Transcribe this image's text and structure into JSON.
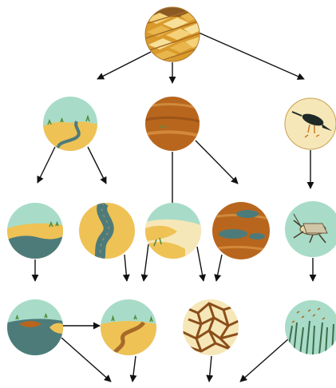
{
  "diagram": {
    "nodes": [
      {
        "id": "grain-field",
        "icon": "wheat-field-icon",
        "row": 0
      },
      {
        "id": "river-grassland",
        "icon": "winding-river-icon",
        "row": 1
      },
      {
        "id": "brown-soil",
        "icon": "soil-texture-icon",
        "row": 1
      },
      {
        "id": "bird-on-sand",
        "icon": "bird-icon",
        "row": 1
      },
      {
        "id": "lake-shore",
        "icon": "lake-shore-icon",
        "row": 2
      },
      {
        "id": "river-channel",
        "icon": "river-channel-icon",
        "row": 2
      },
      {
        "id": "sand-dunes",
        "icon": "sand-dunes-icon",
        "row": 2
      },
      {
        "id": "soil-with-pools",
        "icon": "soil-pools-icon",
        "row": 2
      },
      {
        "id": "locust",
        "icon": "locust-icon",
        "row": 2
      },
      {
        "id": "flooded-land",
        "icon": "flooded-land-icon",
        "row": 3
      },
      {
        "id": "dry-riverbed",
        "icon": "dry-riverbed-icon",
        "row": 3
      },
      {
        "id": "cracked-earth",
        "icon": "cracked-earth-icon",
        "row": 3
      },
      {
        "id": "reeds-and-swarm",
        "icon": "reeds-swarm-icon",
        "row": 3
      }
    ],
    "edges": [
      {
        "from": "grain-field",
        "to": "river-grassland"
      },
      {
        "from": "grain-field",
        "to": "brown-soil"
      },
      {
        "from": "grain-field",
        "to": "bird-on-sand"
      },
      {
        "from": "river-grassland",
        "to": "lake-shore"
      },
      {
        "from": "river-grassland",
        "to": "river-channel"
      },
      {
        "from": "brown-soil",
        "to": "sand-dunes"
      },
      {
        "from": "brown-soil",
        "to": "soil-with-pools"
      },
      {
        "from": "bird-on-sand",
        "to": "locust"
      },
      {
        "from": "lake-shore",
        "to": "flooded-land"
      },
      {
        "from": "river-channel",
        "to": "dry-riverbed"
      },
      {
        "from": "sand-dunes",
        "to": "dry-riverbed"
      },
      {
        "from": "sand-dunes",
        "to": "cracked-earth"
      },
      {
        "from": "soil-with-pools",
        "to": "cracked-earth"
      },
      {
        "from": "locust",
        "to": "reeds-and-swarm"
      },
      {
        "from": "flooded-land",
        "to": "dry-riverbed"
      },
      {
        "from": "flooded-land",
        "to": "bottom-outflow"
      },
      {
        "from": "dry-riverbed",
        "to": "bottom-outflow"
      },
      {
        "from": "cracked-earth",
        "to": "bottom-outflow"
      },
      {
        "from": "reeds-and-swarm",
        "to": "bottom-outflow"
      }
    ],
    "colors": {
      "sky": "#a8dcc8",
      "sand": "#efc255",
      "water": "#4d7b7a",
      "soil": "#b8661e",
      "soil_light": "#d3893a",
      "cream": "#f6e7b8",
      "arrow": "#111111"
    }
  }
}
